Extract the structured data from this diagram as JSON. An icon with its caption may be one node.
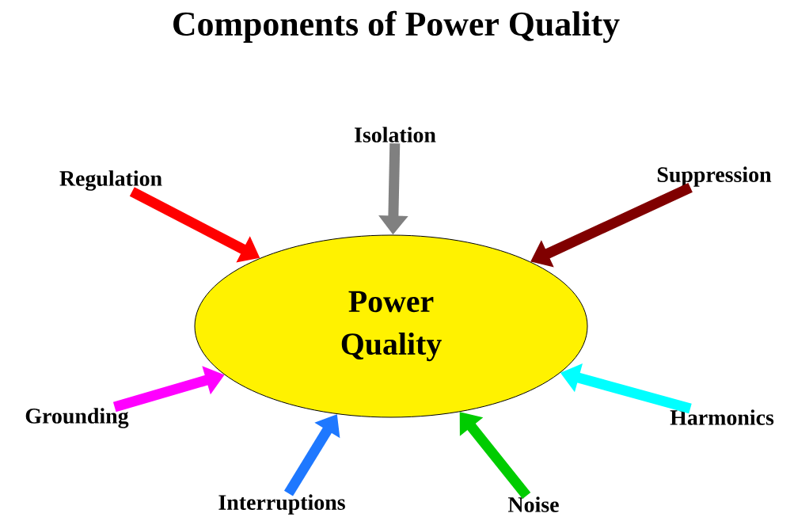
{
  "diagram": {
    "title": "Components of Power Quality",
    "nodes": [
      {
        "text": [
          "Power Quality"
        ]
      },
      {
        "text": [
          "Isolation"
        ]
      },
      {
        "text": [
          "Regulation"
        ]
      },
      {
        "text": [
          "Suppression"
        ]
      },
      {
        "text": [
          "Grounding"
        ]
      },
      {
        "text": [
          "Harmonics"
        ]
      },
      {
        "text": [
          "Interruptions"
        ]
      },
      {
        "text": [
          "Noise"
        ]
      }
    ],
    "edges": [
      {
        "from": 1,
        "to": 0,
        "arrow": "to",
        "color": "#808080"
      },
      {
        "from": 2,
        "to": 0,
        "arrow": "to",
        "color": "#ff0000"
      },
      {
        "from": 3,
        "to": 0,
        "arrow": "to",
        "color": "#800000"
      },
      {
        "from": 4,
        "to": 0,
        "arrow": "to",
        "color": "#ff00ff"
      },
      {
        "from": 5,
        "to": 0,
        "arrow": "to",
        "color": "#00ffff"
      },
      {
        "from": 6,
        "to": 0,
        "arrow": "to",
        "color": "#1e78ff"
      },
      {
        "from": 7,
        "to": 0,
        "arrow": "to",
        "color": "#00cc00"
      }
    ]
  }
}
